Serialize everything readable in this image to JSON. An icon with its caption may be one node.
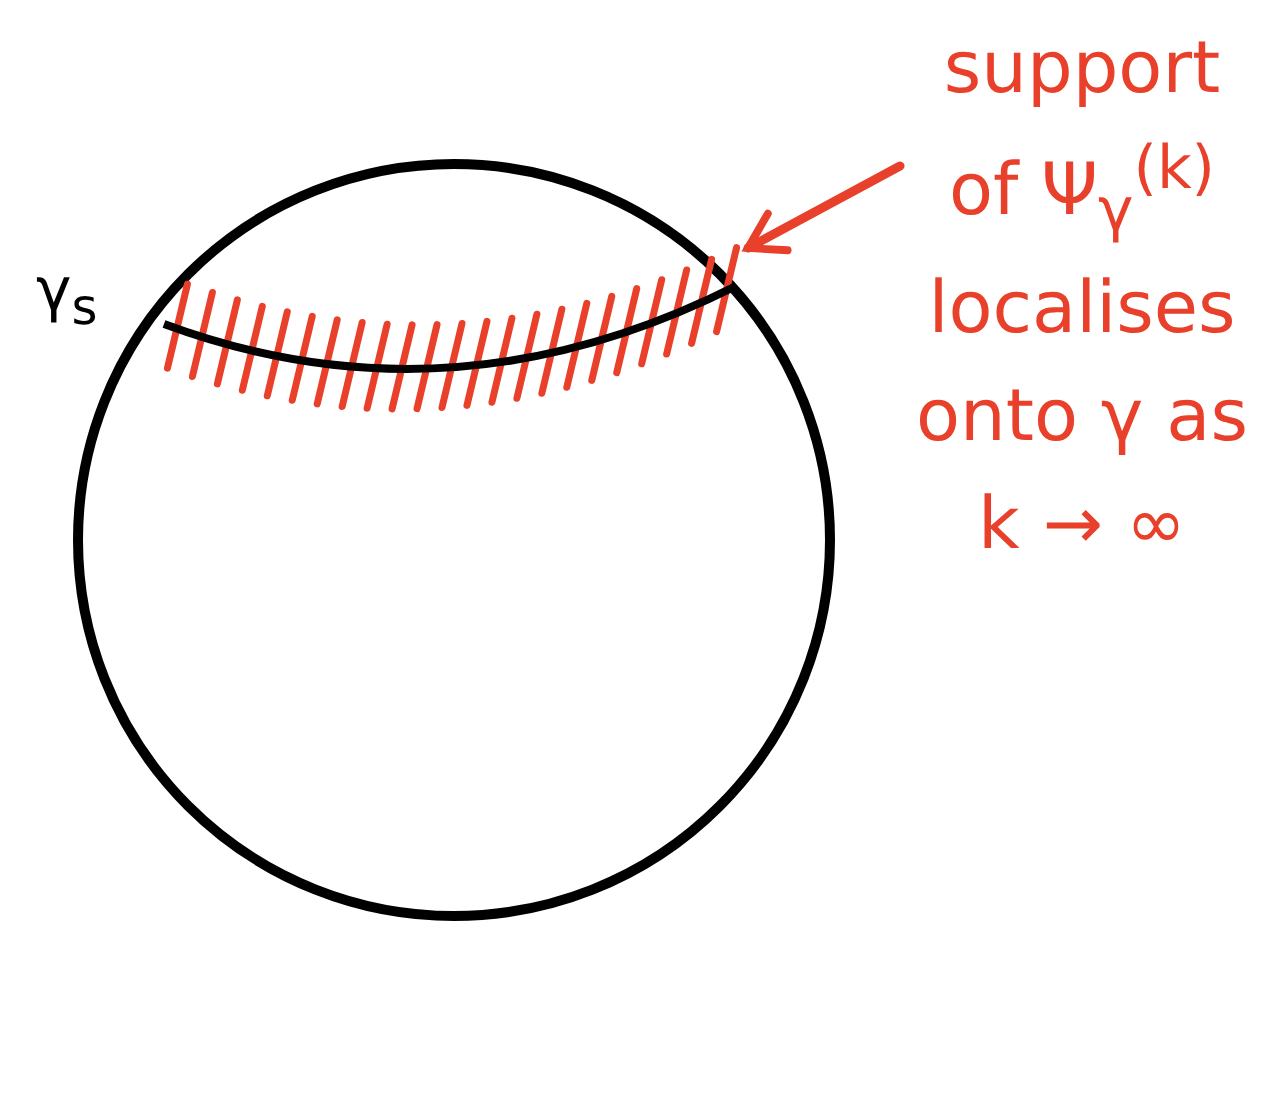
{
  "diagram": {
    "nodes": [
      {
        "text": [
          "support of Ψ$_{γ}$$^{(k)}$ localises onto γ as k → ∞"
        ]
      },
      {
        "text": [],
        "shape": "curve",
        "beside": [
          "γ$_{s}$"
        ]
      }
    ],
    "edges": [
      {
        "from": 0,
        "to": 1,
        "arrow": "to"
      }
    ]
  }
}
